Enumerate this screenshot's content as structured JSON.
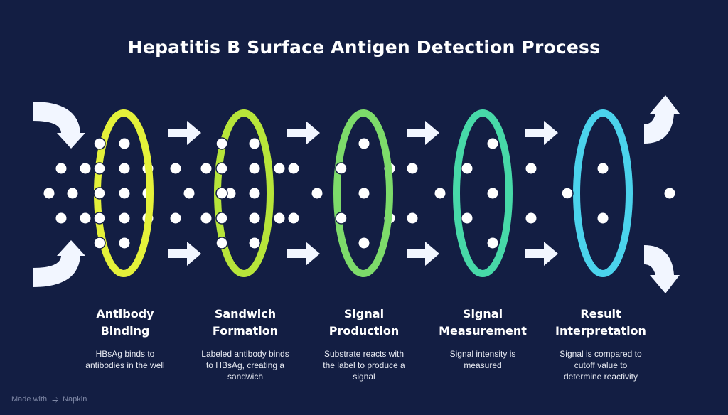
{
  "title": "Hepatitis B Surface Antigen Detection Process",
  "colors": {
    "background": "#131e43",
    "ring_1": "#e4f13a",
    "ring_2": "#b7e53a",
    "ring_3": "#7ddb6a",
    "ring_4": "#47d9a8",
    "ring_5": "#4bd3ec"
  },
  "steps": [
    {
      "title_line1": "Antibody",
      "title_line2": "Binding",
      "desc_line1": "HBsAg binds to",
      "desc_line2": "antibodies in the well",
      "desc_line3": ""
    },
    {
      "title_line1": "Sandwich",
      "title_line2": "Formation",
      "desc_line1": "Labeled antibody binds",
      "desc_line2": "to HBsAg, creating a",
      "desc_line3": "sandwich"
    },
    {
      "title_line1": "Signal",
      "title_line2": "Production",
      "desc_line1": "Substrate reacts with",
      "desc_line2": "the label to produce a",
      "desc_line3": "signal"
    },
    {
      "title_line1": "Signal",
      "title_line2": "Measurement",
      "desc_line1": "Signal intensity is",
      "desc_line2": "measured",
      "desc_line3": ""
    },
    {
      "title_line1": "Result",
      "title_line2": "Interpretation",
      "desc_line1": "Signal is compared to",
      "desc_line2": "cutoff value to",
      "desc_line3": "determine reactivity"
    }
  ],
  "credit": {
    "prefix": "Made with",
    "brand": "Napkin"
  }
}
